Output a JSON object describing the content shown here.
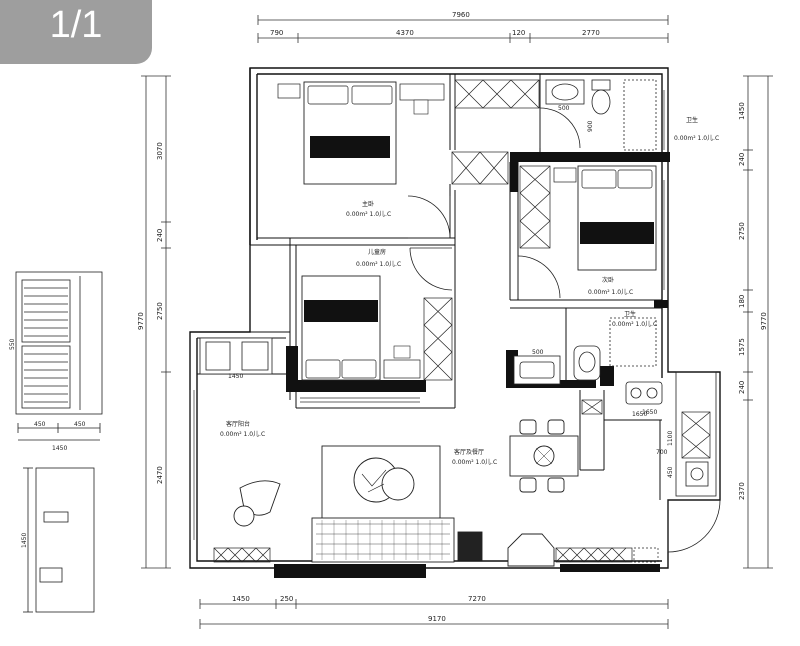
{
  "viewer": {
    "page_counter": "1/1"
  },
  "dimensions": {
    "top_total": "7960",
    "top_segments": [
      "790",
      "4370",
      "120",
      "2770"
    ],
    "bottom_segments": [
      "1450",
      "250",
      "7270"
    ],
    "bottom_total": "9170",
    "left_segments": [
      "3070",
      "240",
      "2750",
      "2470"
    ],
    "left_total": "9770",
    "right_segments": [
      "1450",
      "240",
      "2750",
      "180",
      "1575",
      "240",
      "2370"
    ],
    "right_total": "9770"
  },
  "fixture_dims": {
    "dining_top": "1650",
    "counter_a": "1450",
    "counter_b": "1650",
    "side_a": "1100",
    "side_b": "700",
    "side_c": "450",
    "basin_a": "500",
    "basin_b": "500",
    "toilet": "900"
  },
  "room_labels": {
    "master_bedroom": [
      "主卧",
      "0.00m² 1.0儿.C"
    ],
    "bedroom_mid": [
      "儿童房",
      "0.00m² 1.0儿.C"
    ],
    "bedroom_right": [
      "次卧",
      "0.00m² 1.0儿.C"
    ],
    "bath_top": [
      "卫生",
      "0.00m² 1.0儿.C"
    ],
    "bath_mid": [
      "卫生",
      "0.00m² 1.0儿.C"
    ],
    "living_room": [
      "客厅阳台",
      "0.00m² 1.0儿.C"
    ],
    "dining_room": [
      "客厅及餐厅",
      "0.00m² 1.0儿.C"
    ]
  },
  "detail_dims": {
    "detail_a_height": "550",
    "detail_a_bottom": [
      "450",
      "450"
    ],
    "detail_a_total": "1450",
    "detail_b_height": "1450"
  }
}
